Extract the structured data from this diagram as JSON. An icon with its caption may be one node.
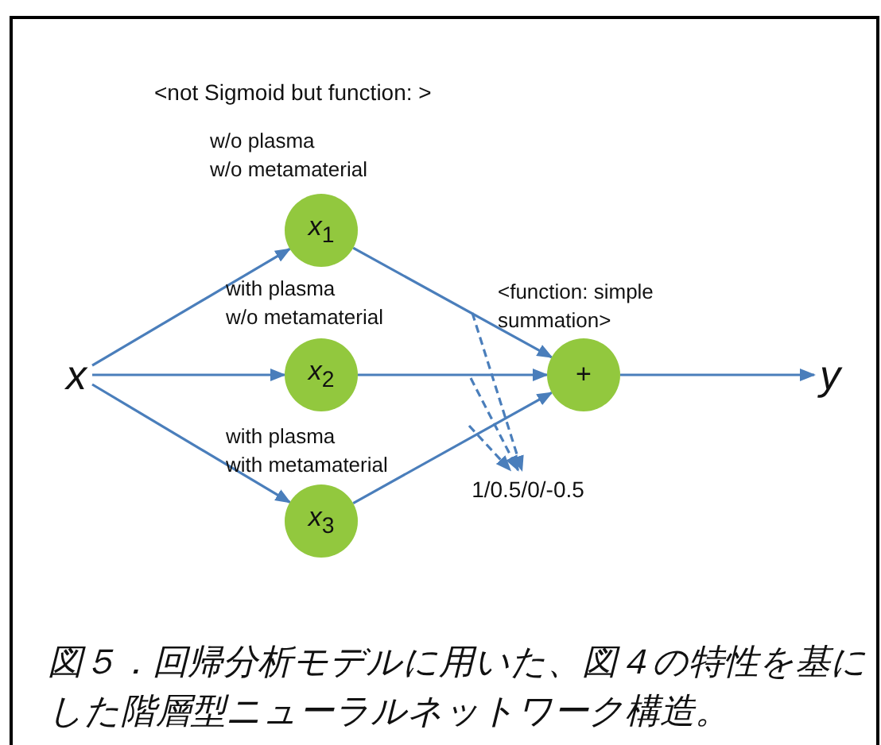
{
  "diagram": {
    "caption": "図５．回帰分析モデルに用いた、図４の特性を基にした階層型ニューラルネットワーク構造。",
    "nodes": [
      {
        "text": [
          "x"
        ]
      },
      {
        "text": [
          "*x*$_{1}$"
        ],
        "beside": [
          "w/o plasma w/o metamaterial"
        ]
      },
      {
        "text": [
          "*x*$_{2}$"
        ],
        "beside": [
          "with plasma w/o metamaterial"
        ]
      },
      {
        "text": [
          "*x*$_{3}$"
        ],
        "beside": [
          "with plasma with metamaterial"
        ]
      },
      {
        "text": [
          "+"
        ],
        "beside": [
          "<function: simple summation>"
        ]
      },
      {
        "text": [
          "y"
        ]
      },
      {
        "text": [
          "1/0.5/0/-0.5"
        ]
      }
    ],
    "edges": [
      {
        "from": 0,
        "to": 1,
        "arrow": "to"
      },
      {
        "from": 0,
        "to": 2,
        "arrow": "to"
      },
      {
        "from": 0,
        "to": 3,
        "arrow": "to"
      },
      {
        "from": 1,
        "to": 4,
        "arrow": "to"
      },
      {
        "from": 2,
        "to": 4,
        "arrow": "to"
      },
      {
        "from": 3,
        "to": 4,
        "arrow": "to"
      },
      {
        "from": 4,
        "to": 5,
        "arrow": "to"
      },
      {
        "from": null,
        "to": 6,
        "arrow": "to",
        "style": "dashed"
      },
      {
        "from": null,
        "to": 6,
        "arrow": "to",
        "style": "dashed"
      },
      {
        "from": null,
        "to": 6,
        "arrow": "to",
        "style": "dashed"
      }
    ],
    "labels": [
      "<not Sigmoid but function: >"
    ]
  }
}
